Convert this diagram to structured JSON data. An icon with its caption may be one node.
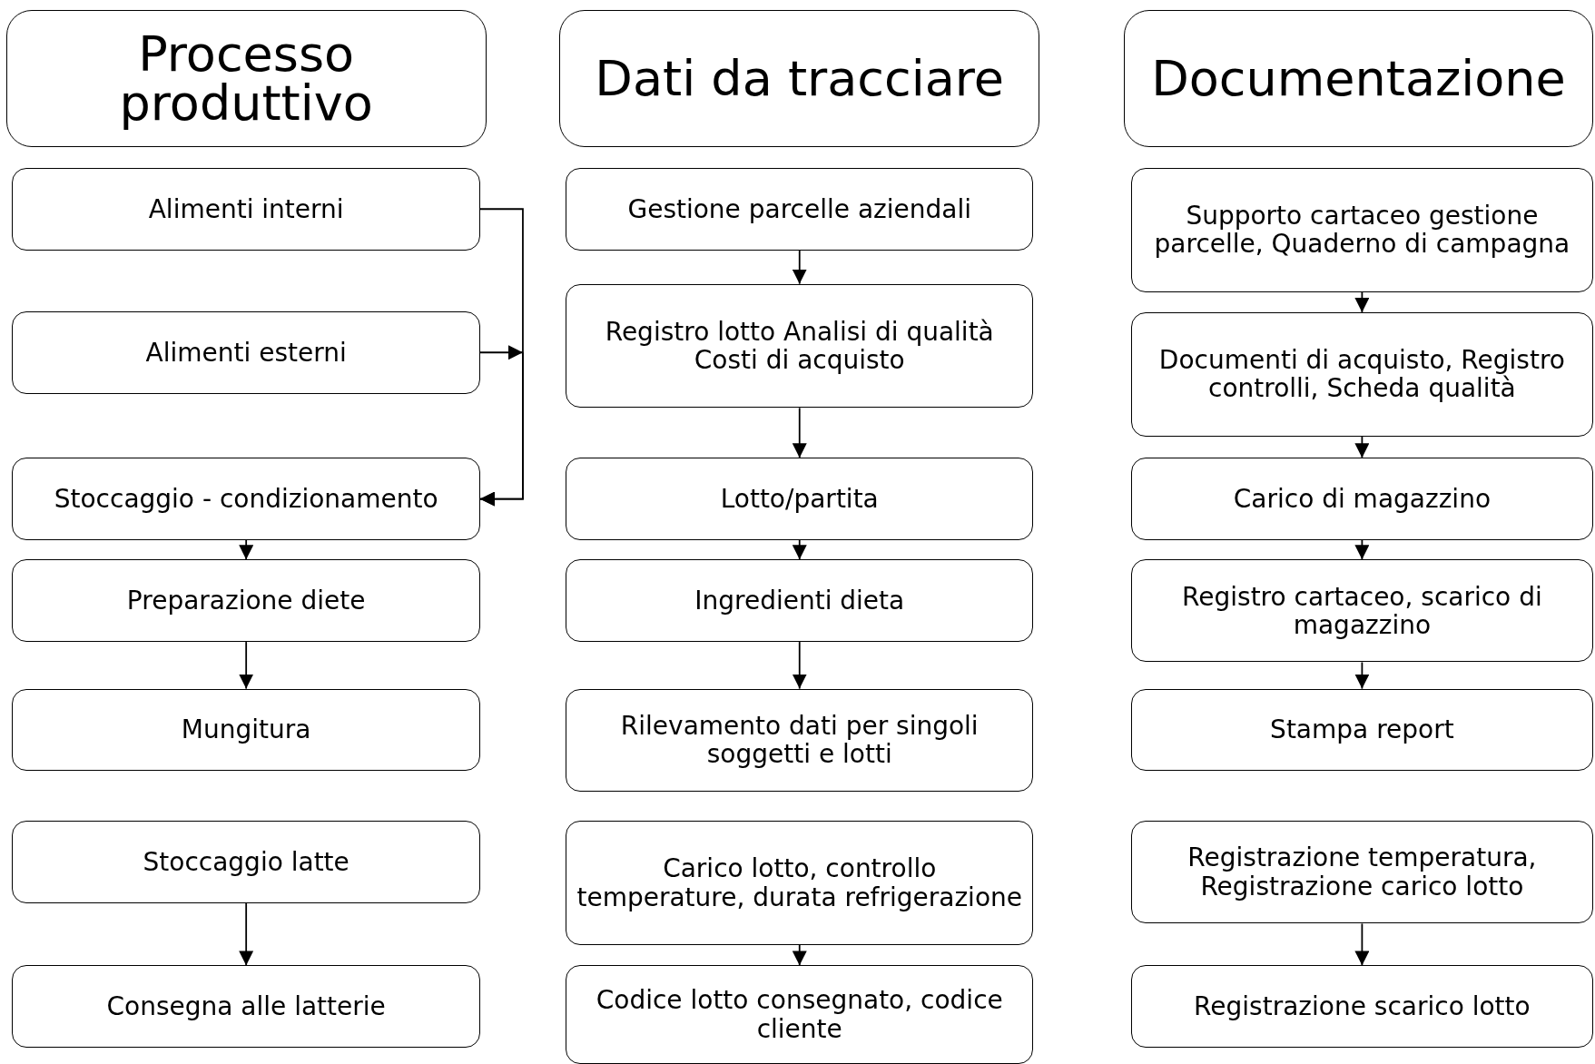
{
  "diagram": {
    "nodes": [
      {
        "text": [
          "Processo produttivo"
        ]
      },
      {
        "text": [
          "Dati da tracciare"
        ]
      },
      {
        "text": [
          "Documentazione"
        ]
      },
      {
        "text": [
          "Alimenti interni"
        ]
      },
      {
        "text": [
          "Alimenti esterni"
        ]
      },
      {
        "text": [
          "Stoccaggio - condizionamento"
        ]
      },
      {
        "text": [
          "Preparazione diete"
        ]
      },
      {
        "text": [
          "Mungitura"
        ]
      },
      {
        "text": [
          "Stoccaggio latte"
        ]
      },
      {
        "text": [
          "Consegna alle latterie"
        ]
      },
      {
        "text": [
          "Gestione parcelle aziendali"
        ]
      },
      {
        "text": [
          "Registro lotto Analisi di qualità Costi di acquisto"
        ]
      },
      {
        "text": [
          "Lotto/partita"
        ]
      },
      {
        "text": [
          "Ingredienti dieta"
        ]
      },
      {
        "text": [
          "Rilevamento dati per singoli soggetti e lotti"
        ]
      },
      {
        "text": [
          "Carico lotto, controllo temperature, durata refrigerazione"
        ]
      },
      {
        "text": [
          "Codice lotto consegnato, codice cliente"
        ]
      },
      {
        "text": [
          "Supporto cartaceo gestione parcelle, Quaderno di campagna"
        ]
      },
      {
        "text": [
          "Documenti di acquisto, Registro controlli, Scheda qualità"
        ]
      },
      {
        "text": [
          "Carico di magazzino"
        ]
      },
      {
        "text": [
          "Registro cartaceo, scarico di magazzino"
        ]
      },
      {
        "text": [
          "Stampa report"
        ]
      },
      {
        "text": [
          "Registrazione temperatura, Registrazione carico lotto"
        ]
      },
      {
        "text": [
          "Registrazione scarico lotto"
        ]
      }
    ],
    "edges": [
      {
        "from": 3,
        "to": 5,
        "arrow": "to"
      },
      {
        "from": 4,
        "to": 5,
        "arrow": "to"
      },
      {
        "from": 5,
        "to": 6,
        "arrow": "to"
      },
      {
        "from": 6,
        "to": 7,
        "arrow": "to"
      },
      {
        "from": 8,
        "to": 9,
        "arrow": "to"
      },
      {
        "from": 10,
        "to": 11,
        "arrow": "to"
      },
      {
        "from": 11,
        "to": 12,
        "arrow": "to"
      },
      {
        "from": 12,
        "to": 13,
        "arrow": "to"
      },
      {
        "from": 13,
        "to": 14,
        "arrow": "to"
      },
      {
        "from": 15,
        "to": 16,
        "arrow": "to"
      },
      {
        "from": 17,
        "to": 18,
        "arrow": "to"
      },
      {
        "from": 18,
        "to": 19,
        "arrow": "to"
      },
      {
        "from": 19,
        "to": 20,
        "arrow": "to"
      },
      {
        "from": 20,
        "to": 21,
        "arrow": "to"
      },
      {
        "from": 22,
        "to": 23,
        "arrow": "to"
      }
    ]
  }
}
